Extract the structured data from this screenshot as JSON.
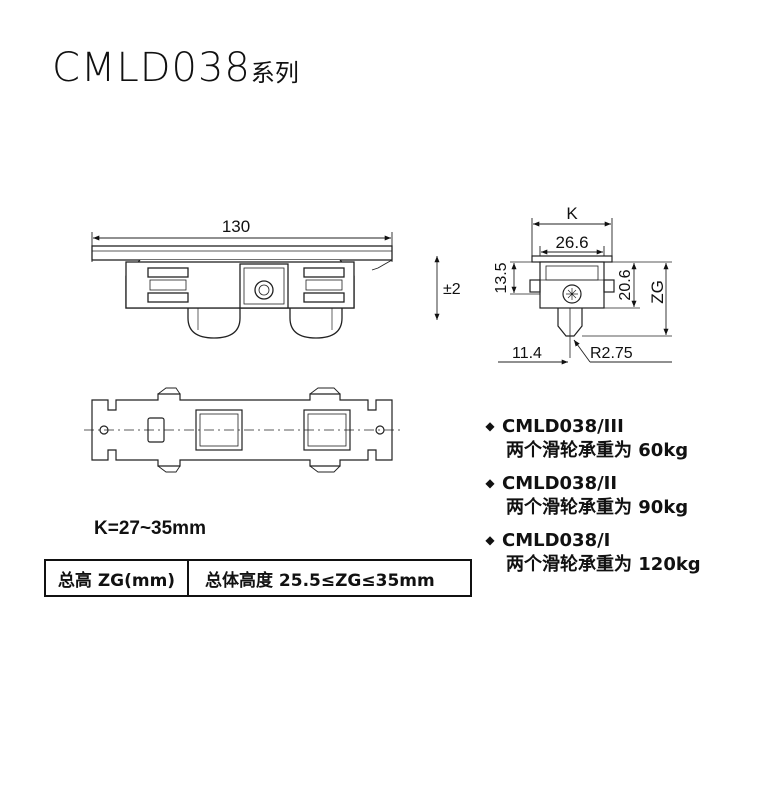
{
  "title": {
    "main": "CMLD038",
    "suffix": "系列"
  },
  "dimensions": {
    "length": "130",
    "height_tolerance": "±2",
    "k": "K",
    "width_26_6": "26.6",
    "dim_13_5": "13.5",
    "dim_20_6": "20.6",
    "zg": "ZG",
    "dim_11_4": "11.4",
    "radius": "R2.75"
  },
  "k_range": "K=27~35mm",
  "spec_table": {
    "label": "总高 ZG(mm)",
    "value": "总体高度 25.5≤ZG≤35mm"
  },
  "models": [
    {
      "bullet": "◆",
      "name": "CMLD038/III",
      "desc": "两个滑轮承重为 60kg"
    },
    {
      "bullet": "◆",
      "name": "CMLD038/II",
      "desc": "两个滑轮承重为 90kg"
    },
    {
      "bullet": "◆",
      "name": "CMLD038/I",
      "desc": "两个滑轮承重为 120kg"
    }
  ]
}
